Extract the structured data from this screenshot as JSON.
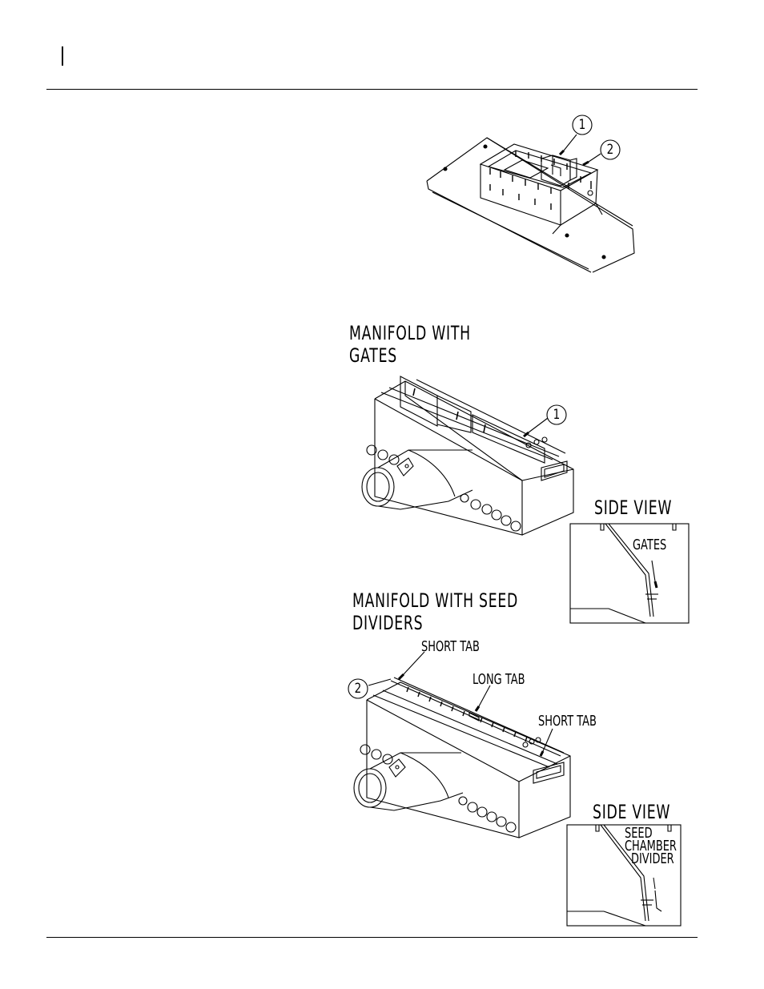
{
  "figure_top": {
    "callouts": [
      "1",
      "2"
    ]
  },
  "figure_gates": {
    "title_line1": "MANIFOLD  WITH",
    "title_line2": "GATES",
    "callout": "1",
    "side_view_title": "SIDE  VIEW",
    "side_view_label": "GATES"
  },
  "figure_dividers": {
    "title_line1": "MANIFOLD  WITH  SEED",
    "title_line2": "DIVIDERS",
    "callout": "2",
    "short_tab_left": "SHORT  TAB",
    "long_tab": "LONG  TAB",
    "short_tab_right": "SHORT  TAB",
    "side_view_title": "SIDE  VIEW",
    "side_view_label_line1": "SEED",
    "side_view_label_line2": "CHAMBER",
    "side_view_label_line3": "DIVIDER"
  }
}
